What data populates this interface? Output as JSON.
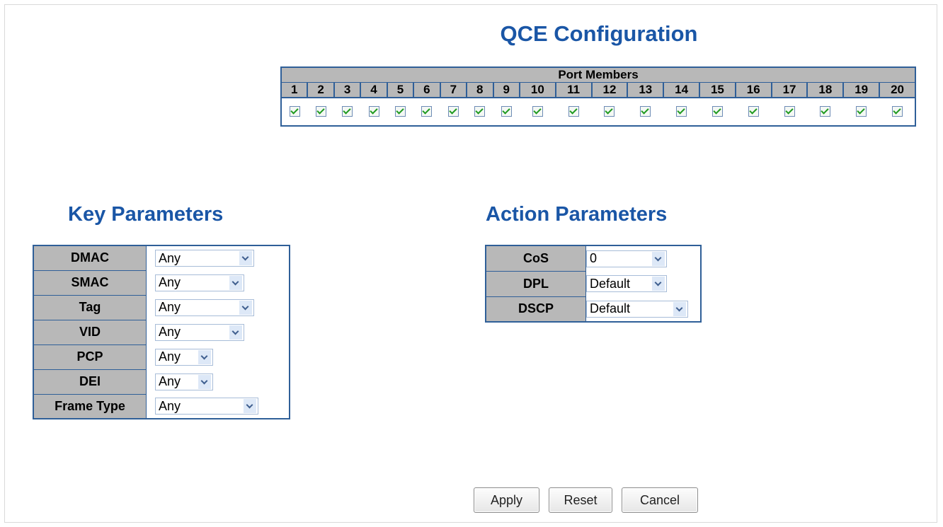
{
  "page": {
    "title": "QCE Configuration"
  },
  "port_members": {
    "header": "Port Members",
    "ports": [
      "1",
      "2",
      "3",
      "4",
      "5",
      "6",
      "7",
      "8",
      "9",
      "10",
      "11",
      "12",
      "13",
      "14",
      "15",
      "16",
      "17",
      "18",
      "19",
      "20"
    ],
    "checked": [
      true,
      true,
      true,
      true,
      true,
      true,
      true,
      true,
      true,
      true,
      true,
      true,
      true,
      true,
      true,
      true,
      true,
      true,
      true,
      true
    ]
  },
  "key_parameters": {
    "title": "Key Parameters",
    "rows": [
      {
        "label": "DMAC",
        "value": "Any"
      },
      {
        "label": "SMAC",
        "value": "Any"
      },
      {
        "label": "Tag",
        "value": "Any"
      },
      {
        "label": "VID",
        "value": "Any"
      },
      {
        "label": "PCP",
        "value": "Any"
      },
      {
        "label": "DEI",
        "value": "Any"
      },
      {
        "label": "Frame Type",
        "value": "Any"
      }
    ]
  },
  "action_parameters": {
    "title": "Action Parameters",
    "rows": [
      {
        "label": "CoS",
        "value": "0"
      },
      {
        "label": "DPL",
        "value": "Default"
      },
      {
        "label": "DSCP",
        "value": "Default"
      }
    ]
  },
  "buttons": {
    "apply": "Apply",
    "reset": "Reset",
    "cancel": "Cancel"
  },
  "colors": {
    "heading": "#1a56a6",
    "border": "#2f5f98",
    "header_bg": "#b8b8b8",
    "check": "#1f9a1f"
  }
}
